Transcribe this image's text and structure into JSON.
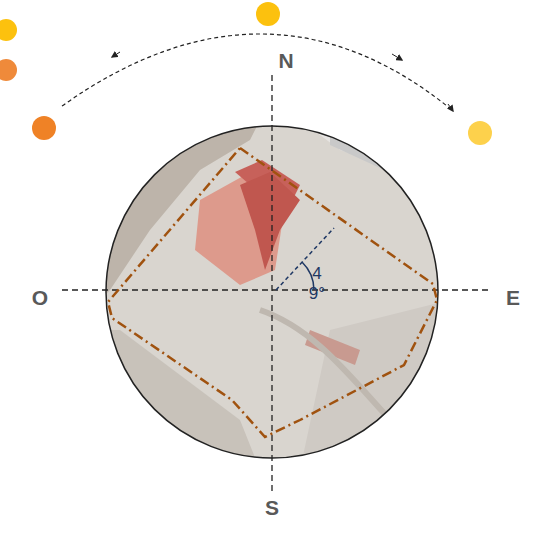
{
  "diagram": {
    "labels": [
      "N",
      "O",
      "E",
      "S",
      "4 9°"
    ]
  }
}
